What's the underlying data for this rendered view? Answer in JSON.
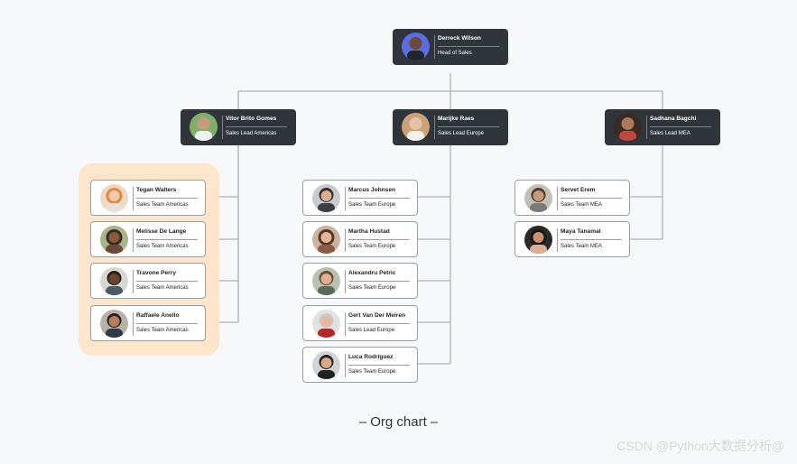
{
  "head": {
    "name": "Derreck Wilson",
    "role": "Head of Sales"
  },
  "leads": [
    {
      "name": "Vitor Brito Gomes",
      "role": "Sales Lead Americas"
    },
    {
      "name": "Marijke Raes",
      "role": "Sales Lead Europe"
    },
    {
      "name": "Sadhana Bagchi",
      "role": "Sales Lead MEA"
    }
  ],
  "americas_team": [
    {
      "name": "Tegan Walters",
      "role": "Sales Team Americas"
    },
    {
      "name": "Melisse De Lange",
      "role": "Sales Team Americas"
    },
    {
      "name": "Travone Perry",
      "role": "Sales Team Americas"
    },
    {
      "name": "Raffaele Anello",
      "role": "Sales Team Americas"
    }
  ],
  "europe_team": [
    {
      "name": "Marcus Johnsen",
      "role": "Sales Team Europe"
    },
    {
      "name": "Martha Hustad",
      "role": "Sales Team Europe"
    },
    {
      "name": "Alexandru Petric",
      "role": "Sales Team Europe"
    },
    {
      "name": "Gert Van Der Meiren",
      "role": "Sales Lead Europe"
    },
    {
      "name": "Luca Rodríguez",
      "role": "Sales Team Europe"
    }
  ],
  "mea_team": [
    {
      "name": "Servet Erem",
      "role": "Sales Team MEA"
    },
    {
      "name": "Maya Tanamal",
      "role": "Sales Team MEA"
    }
  ],
  "caption": "– Org chart –",
  "watermark": "CSDN @Python大数据分析@",
  "colors": {
    "dark_node": "#2f353b",
    "light_node_border": "#9aa0a6",
    "highlight": "#fde6cc",
    "connector": "#9aa0a6",
    "background": "#f7f8f9"
  }
}
